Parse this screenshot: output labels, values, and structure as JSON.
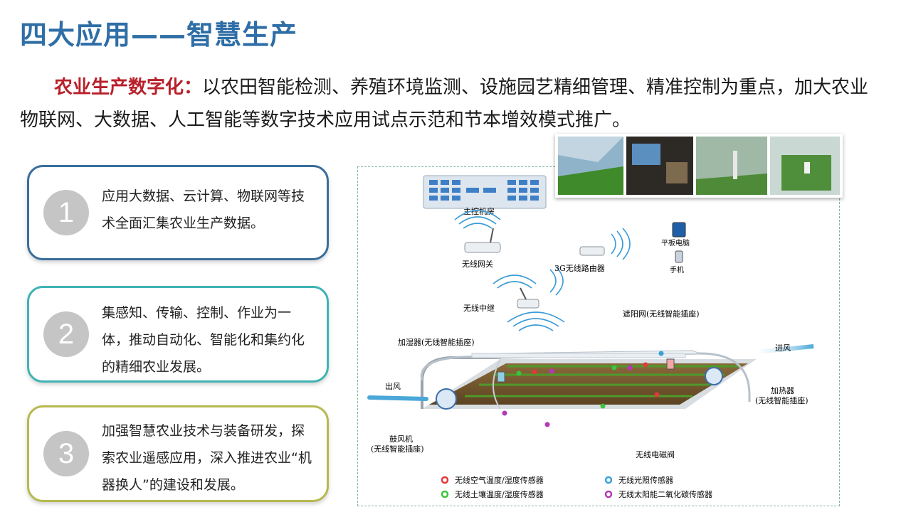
{
  "slide": {
    "title": "四大应用——智慧生产",
    "intro": {
      "highlight": "农业生产数字化",
      "colon": "：",
      "text": "以农田智能检测、养殖环境监测、设施园艺精细管理、精准控制为重点，加大农业物联网、大数据、人工智能等数字技术应用试点示范和节本增效模式推广。"
    }
  },
  "cards": [
    {
      "number": "1",
      "text": "应用大数据、云计算、物联网等技术全面汇集农业生产数据。",
      "border_color": "#3a6e9b"
    },
    {
      "number": "2",
      "text": "集感知、传输、控制、作业为一体，推动自动化、智能化和集约化的精细农业发展。",
      "border_color": "#3fb3b4"
    },
    {
      "number": "3",
      "text": "加强智慧农业技术与装备研发，探索农业遥感应用，深入推进农业“机器换人”的建设和发展。",
      "border_color": "#b6b94f"
    }
  ],
  "diagram": {
    "labels": {
      "control_room": "主控机房",
      "gateway": "无线网关",
      "router": "3G无线路由器",
      "tablet": "平板电脑",
      "phone": "手机",
      "relay": "无线中继",
      "shade_net": "遮阳网(无线智能插座)",
      "humidifier": "加湿器(无线智能插座)",
      "air_in": "进风",
      "air_out": "出风",
      "heater_line1": "加热器",
      "heater_line2": "(无线智能插座)",
      "blower_line1": "鼓风机",
      "blower_line2": "(无线智能插座)",
      "valve": "无线电磁阀"
    },
    "legend": [
      {
        "label": "无线空气温度/湿度传感器",
        "color": "#e03a3a"
      },
      {
        "label": "无线光照传感器",
        "color": "#39a0d8"
      },
      {
        "label": "无线土壤温度/湿度传感器",
        "color": "#3cc43c"
      },
      {
        "label": "无线太阳能二氧化碳传感器",
        "color": "#b23ab5"
      }
    ]
  }
}
